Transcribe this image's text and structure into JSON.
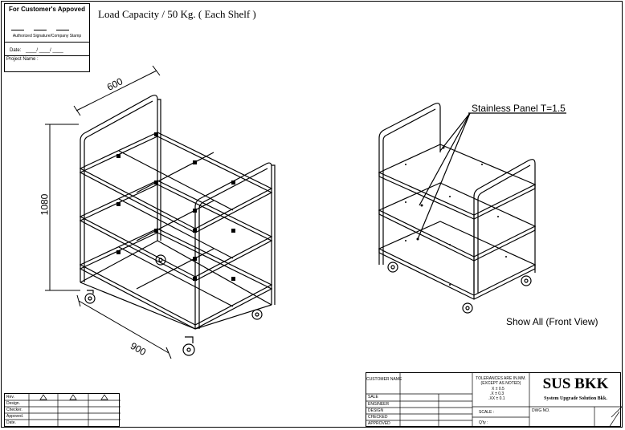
{
  "approval": {
    "title": "For Customer's  Appoved",
    "signature_caption": "Authorized Signature/Company Stamp",
    "date_label": "Date:",
    "date_value": "____/ ____/ ____",
    "project_label": "Project Name :"
  },
  "load_capacity": "Load Capacity / 50 Kg. ( Each Shelf )",
  "dimensions": {
    "depth": "600",
    "height": "1080",
    "width": "900"
  },
  "panel_note": "Stainless Panel T=1.5",
  "front_view_caption": "Show All (Front View)",
  "revision_table": {
    "rows": [
      "Rev.",
      "Design.",
      "Checker.",
      "Appoved.",
      "Date."
    ]
  },
  "title_block": {
    "customer_label": "CUSTOMER NAME",
    "rows": [
      "SALE",
      "ENGINEER",
      "DESIGN",
      "CHECKED",
      "APPROVED"
    ],
    "tolerances_title": "TOLERANCES ARE IN.MM.",
    "tolerances_sub": "(EXCEPT AS NOTED)",
    "tol_x": "X   ±  0.5",
    "tol_xx": ".X   ±  0.3",
    "tol_xxx": ".XX   ±  0.1",
    "scale_label": "SCALE :",
    "qty_label": "Q'ty :",
    "company": "SUS BKK",
    "company_sub": "System Upgrade Solution Bkk.",
    "dwg_label": "DWG NO."
  }
}
